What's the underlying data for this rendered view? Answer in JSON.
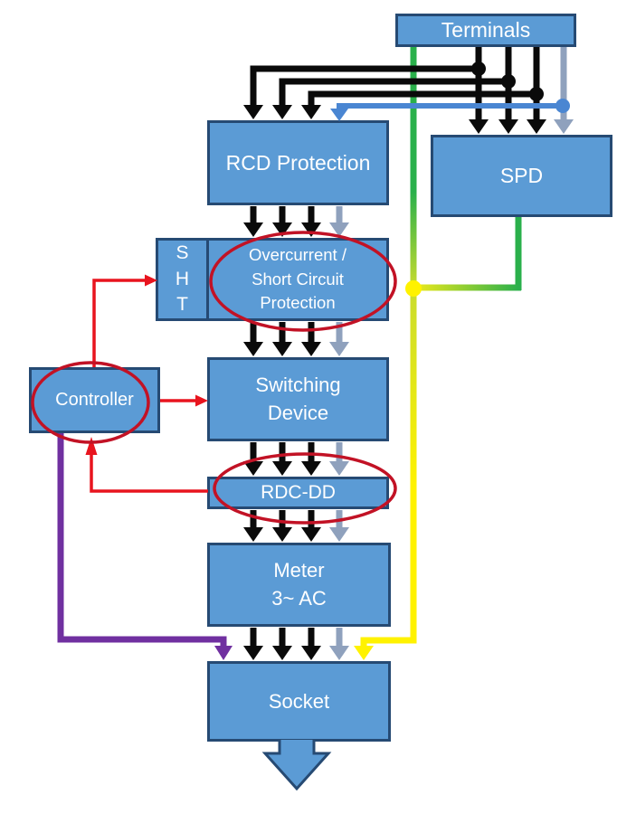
{
  "diagram": {
    "nodes": {
      "terminals": {
        "label": "Terminals"
      },
      "rcd_protection": {
        "label": "RCD Protection"
      },
      "spd": {
        "label": "SPD"
      },
      "sht": {
        "letters": [
          "S",
          "H",
          "T"
        ]
      },
      "overcurrent": {
        "lines": [
          "Overcurrent /",
          "Short Circuit",
          "Protection"
        ]
      },
      "controller": {
        "label": "Controller"
      },
      "switching_device": {
        "lines": [
          "Switching",
          "Device"
        ]
      },
      "rdc_dd": {
        "label": "RDC-DD"
      },
      "meter": {
        "lines": [
          "Meter",
          "3~ AC"
        ]
      },
      "socket": {
        "label": "Socket"
      }
    },
    "colors": {
      "node_fill": "#5B9BD5",
      "node_border": "#264A73",
      "node_text": "#FFFFFF",
      "line_black": "#0A0A0A",
      "line_gray": "#8FA1BD",
      "line_blue": "#4A86D2",
      "line_green": "#2AB04B",
      "line_yellow": "#FFF200",
      "line_purple": "#7030A0",
      "line_red": "#E8141E",
      "highlight_ellipse": "#C21225"
    }
  }
}
